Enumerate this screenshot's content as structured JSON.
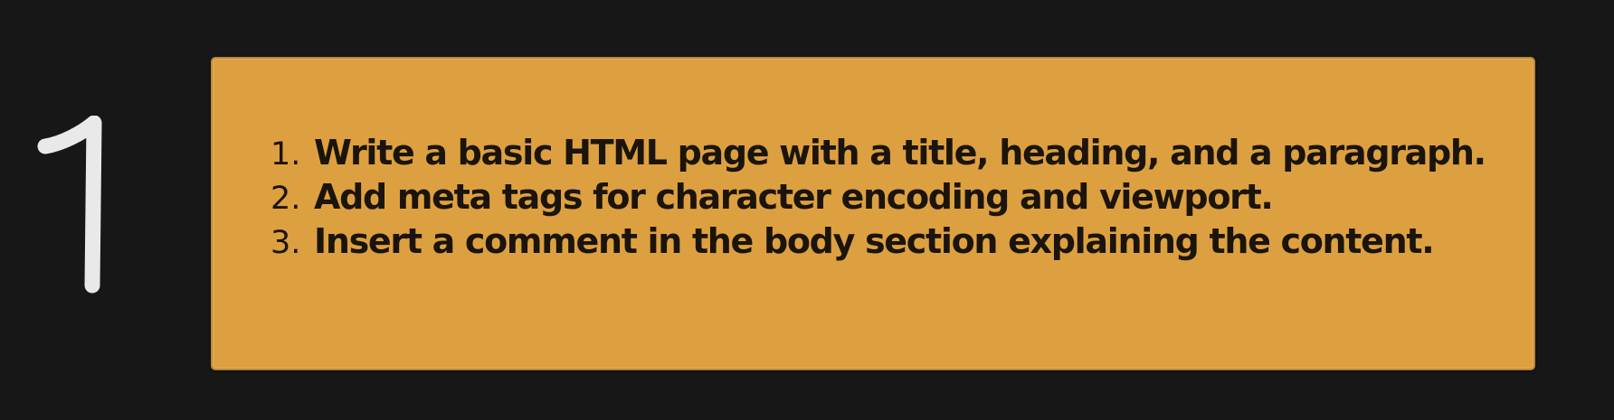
{
  "step": {
    "number": "1",
    "number_color": "#E9E9E9"
  },
  "card": {
    "background": "#DDA040",
    "tasks": [
      {
        "marker": "1.",
        "text": "Write a basic HTML page with a title, heading, and a paragraph."
      },
      {
        "marker": "2.",
        "text": "Add meta tags for character encoding and viewport."
      },
      {
        "marker": "3.",
        "text": "Insert a comment in the body section explaining the content."
      }
    ]
  }
}
